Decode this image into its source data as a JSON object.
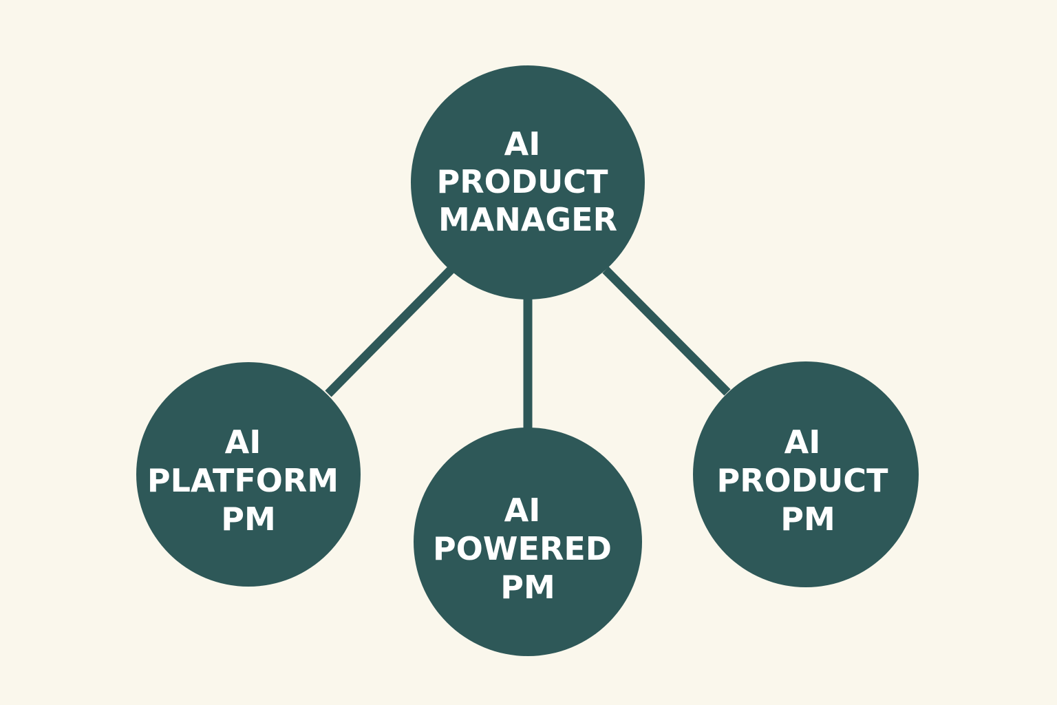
{
  "colors": {
    "background": "#faf7ec",
    "node_fill": "#2e5858",
    "connector": "#2e5858",
    "label_text": "#ffffff"
  },
  "nodes": {
    "root": {
      "lines": [
        "AI",
        "PRODUCT",
        "MANAGER"
      ]
    },
    "left": {
      "lines": [
        "AI",
        "PLATFORM",
        "PM"
      ]
    },
    "middle": {
      "lines": [
        "AI",
        "POWERED",
        "PM"
      ]
    },
    "right": {
      "lines": [
        "AI",
        "PRODUCT",
        "PM"
      ]
    }
  }
}
